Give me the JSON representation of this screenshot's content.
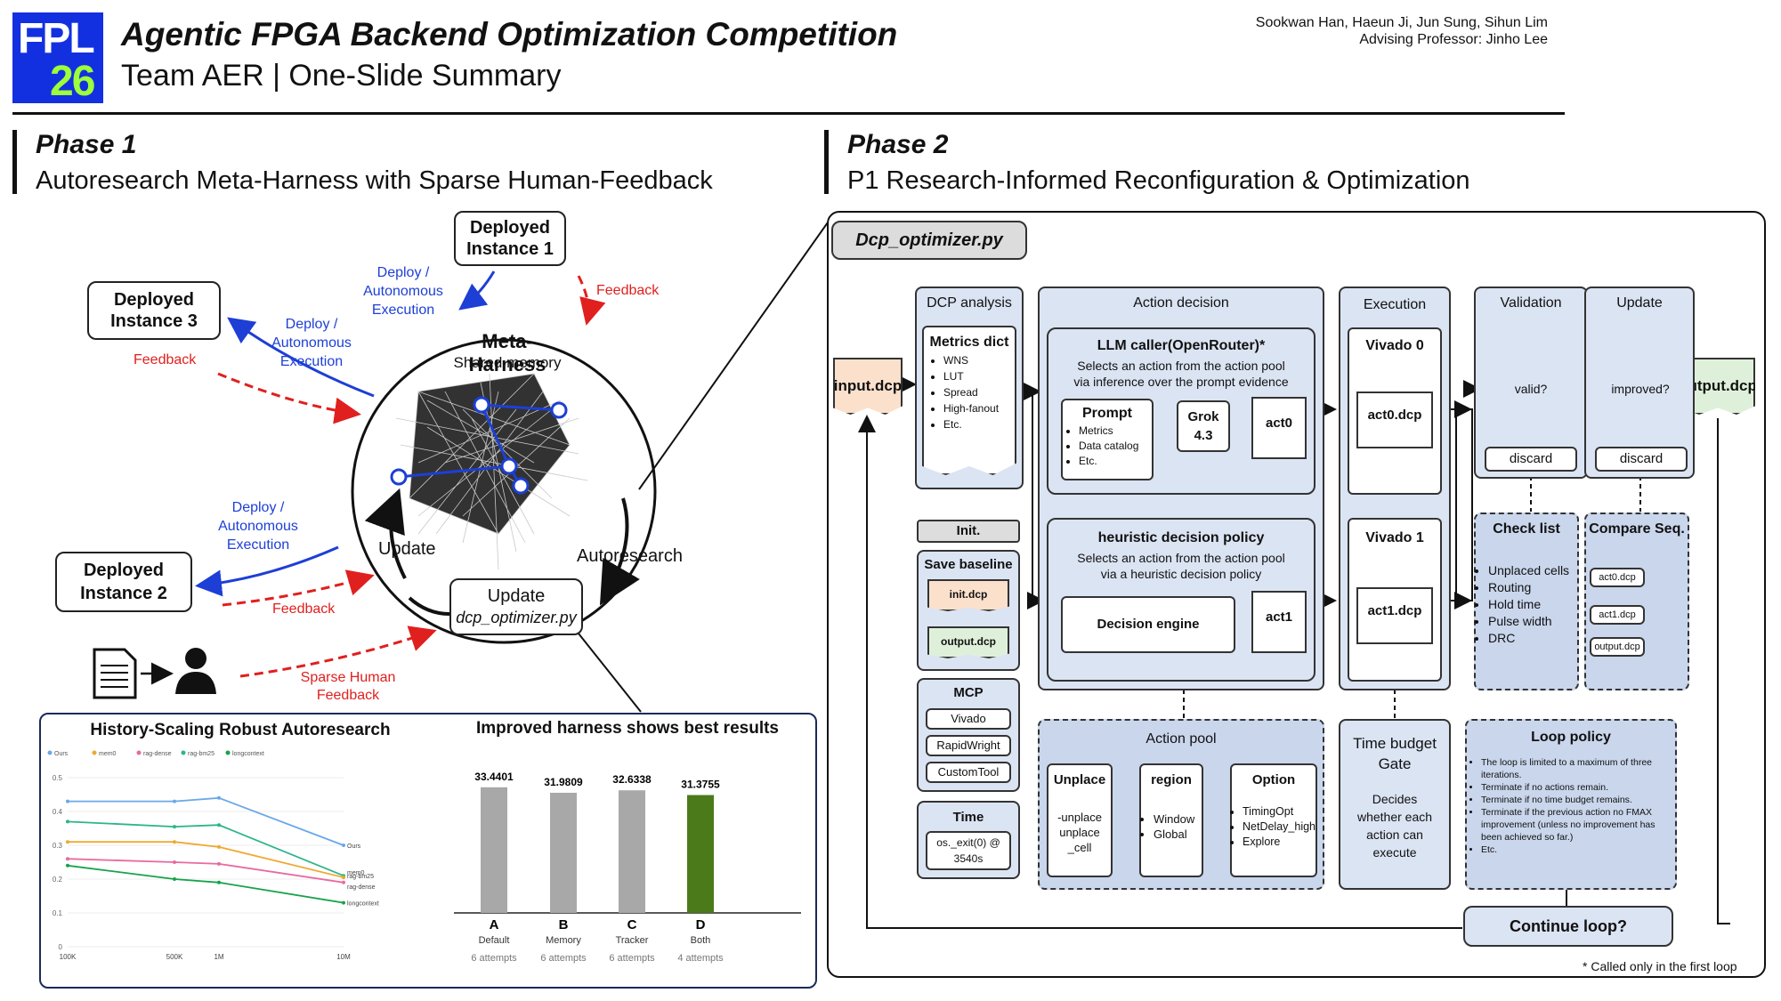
{
  "header": {
    "logo_top": "FPL",
    "logo_bottom": "26",
    "title": "Agentic FPGA Backend Optimization Competition",
    "subtitle": "Team AER | One-Slide Summary",
    "authors": "Sookwan Han, Haeun Ji, Jun Sung, Sihun Lim",
    "advisor": "Advising Professor: Jinho Lee"
  },
  "phase1": {
    "title": "Phase 1",
    "subtitle": "Autoresearch Meta-Harness with Sparse Human-Feedback",
    "instance1": [
      "Deployed",
      "Instance 1"
    ],
    "instance2": [
      "Deployed",
      "Instance 2"
    ],
    "instance3": [
      "Deployed",
      "Instance 3"
    ],
    "deploy_label": [
      "Deploy /",
      "Autonomous",
      "Execution"
    ],
    "feedback": "Feedback",
    "sparse_feedback": [
      "Sparse Human",
      "Feedback"
    ],
    "meta_title": "Meta-Harness",
    "meta_sub": "Shared memory",
    "update": "Update",
    "autoresearch": "Autoresearch",
    "update_box": [
      "Update",
      "dcp_optimizer.py"
    ]
  },
  "line_chart": {
    "title": "History-Scaling Robust Autoresearch"
  },
  "bar_chart": {
    "title": "Improved harness shows best results"
  },
  "chart_data": [
    {
      "type": "line",
      "title": "History-Scaling Robust Autoresearch",
      "x": [
        "100K",
        "500K",
        "1M",
        "10M"
      ],
      "ylim": [
        0,
        0.5
      ],
      "yticks": [
        "0",
        "0.1",
        "0.2",
        "0.3",
        "0.4",
        "0.5"
      ],
      "legend": [
        "Ours",
        "mem0",
        "rag-dense",
        "rag-bm25",
        "longcontext"
      ],
      "series": [
        {
          "name": "Ours",
          "color": "#6aa8e8",
          "values": [
            0.43,
            0.43,
            0.44,
            0.3
          ]
        },
        {
          "name": "rag-bm25",
          "color": "#2bb58a",
          "values": [
            0.37,
            0.355,
            0.36,
            0.21
          ]
        },
        {
          "name": "mem0",
          "color": "#f0a830",
          "values": [
            0.31,
            0.31,
            0.295,
            0.205
          ]
        },
        {
          "name": "rag-dense",
          "color": "#e86aa0",
          "values": [
            0.26,
            0.25,
            0.245,
            0.19
          ]
        },
        {
          "name": "longcontext",
          "color": "#16a34a",
          "values": [
            0.24,
            0.2,
            0.19,
            0.13
          ]
        }
      ],
      "end_labels": [
        "Ours",
        "rag-bm25",
        "mem0",
        "rag-dense",
        "longcontext"
      ]
    },
    {
      "type": "bar",
      "title": "Improved harness shows best results",
      "ylim": [
        0,
        36
      ],
      "categories": [
        "A",
        "B",
        "C",
        "D"
      ],
      "sublabels": [
        "Default",
        "Memory",
        "Tracker",
        "Both"
      ],
      "attempts": [
        "6 attempts",
        "6 attempts",
        "6 attempts",
        "4 attempts"
      ],
      "values": [
        33.4401,
        31.9809,
        32.6338,
        31.3755
      ],
      "value_labels": [
        "33.4401",
        "31.9809",
        "32.6338",
        "31.3755"
      ],
      "colors": [
        "#a8a8a8",
        "#a8a8a8",
        "#a8a8a8",
        "#4b7a1a"
      ]
    }
  ],
  "phase2": {
    "title": "Phase 2",
    "subtitle": "P1 Research-Informed Reconfiguration & Optimization",
    "file": "Dcp_optimizer.py",
    "input": "input.dcp",
    "output": "output.dcp",
    "dcp_analysis": "DCP analysis",
    "metrics_dict": "Metrics dict",
    "metrics": [
      "WNS",
      "LUT",
      "Spread",
      "High-fanout",
      "Etc."
    ],
    "action_decision": "Action decision",
    "llm_title": "LLM caller(OpenRouter)*",
    "llm_desc": [
      "Selects an action from the action pool",
      "via inference over the prompt evidence"
    ],
    "prompt": "Prompt",
    "prompt_items": [
      "Metrics",
      "Data catalog",
      "Etc."
    ],
    "grok": [
      "Grok",
      "4.3"
    ],
    "act0": "act0",
    "heur_title": "heuristic decision policy",
    "heur_desc": [
      "Selects an action from the action pool",
      "via a heuristic decision policy"
    ],
    "engine": "Decision engine",
    "act1": "act1",
    "execution": "Execution",
    "vivado0": "Vivado 0",
    "act0dcp": "act0.dcp",
    "vivado1": "Vivado 1",
    "act1dcp": "act1.dcp",
    "validation": "Validation",
    "valid": "valid?",
    "discard": "discard",
    "update": "Update",
    "improved": "improved?",
    "checklist": "Check list",
    "checks": [
      "Unplaced cells",
      "Routing",
      "Hold time",
      "Pulse width",
      "DRC"
    ],
    "compare": "Compare Seq.",
    "compare_items": [
      "act0.dcp",
      "act1.dcp",
      "output.dcp"
    ],
    "init": "Init.",
    "save_baseline": "Save baseline",
    "init_dcp": "init.dcp",
    "output_dcp": "output.dcp",
    "mcp": "MCP",
    "mcp_items": [
      "Vivado",
      "RapidWright",
      "CustomTool"
    ],
    "time": "Time",
    "time_val": [
      "os._exit(0) @",
      "3540s"
    ],
    "action_pool": "Action pool",
    "unplace": "Unplace",
    "unplace_items": [
      "-unplace",
      "unplace",
      "_cell"
    ],
    "region": "region",
    "region_items": [
      "Window",
      "Global"
    ],
    "option": "Option",
    "option_items": [
      "TimingOpt",
      "NetDelay_high",
      "Explore"
    ],
    "time_budget": [
      "Time budget",
      "Gate"
    ],
    "time_budget_desc": [
      "Decides",
      "whether each",
      "action can",
      "execute"
    ],
    "loop_policy": "Loop policy",
    "loop_items": [
      "The loop is limited to a maximum of three iterations.",
      "Terminate if no actions remain.",
      "Terminate if no time budget remains.",
      "Terminate if the previous action no FMAX improvement (unless no improvement has been achieved so far.)",
      "Etc."
    ],
    "continue": "Continue loop?",
    "footnote": "* Called only in the first loop"
  }
}
